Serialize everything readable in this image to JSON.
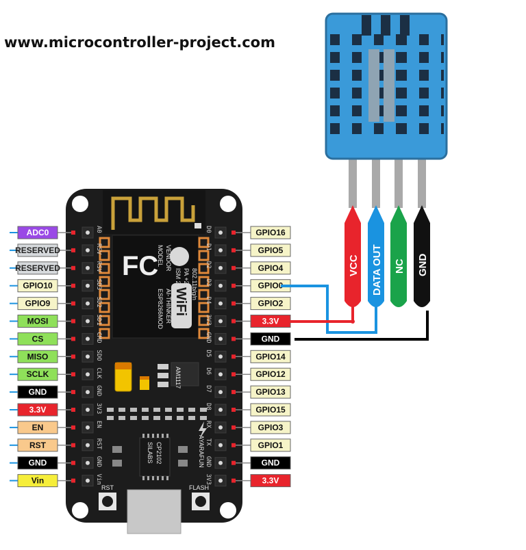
{
  "header": {
    "url": "www.microcontroller-project.com"
  },
  "left_pins": [
    {
      "label": "ADC0",
      "bg": "#9a49e6",
      "fg": "#ffffff"
    },
    {
      "label": "RESERVED",
      "bg": "#d6d9dc",
      "fg": "#222222"
    },
    {
      "label": "RESERVED",
      "bg": "#d6d9dc",
      "fg": "#222222"
    },
    {
      "label": "GPIO10",
      "bg": "#f6f4c8",
      "fg": "#111111"
    },
    {
      "label": "GPIO9",
      "bg": "#f6f4c8",
      "fg": "#111111"
    },
    {
      "label": "MOSI",
      "bg": "#8fe05a",
      "fg": "#111111"
    },
    {
      "label": "CS",
      "bg": "#8fe05a",
      "fg": "#111111"
    },
    {
      "label": "MISO",
      "bg": "#8fe05a",
      "fg": "#111111"
    },
    {
      "label": "SCLK",
      "bg": "#8fe05a",
      "fg": "#111111"
    },
    {
      "label": "GND",
      "bg": "#000000",
      "fg": "#ffffff"
    },
    {
      "label": "3.3V",
      "bg": "#e8242c",
      "fg": "#ffffff"
    },
    {
      "label": "EN",
      "bg": "#f9c98c",
      "fg": "#111111"
    },
    {
      "label": "RST",
      "bg": "#f9c98c",
      "fg": "#111111"
    },
    {
      "label": "GND",
      "bg": "#000000",
      "fg": "#ffffff"
    },
    {
      "label": "Vin",
      "bg": "#f6ee3a",
      "fg": "#111111"
    }
  ],
  "right_pins": [
    {
      "label": "GPIO16",
      "bg": "#f6f4c8",
      "fg": "#111111"
    },
    {
      "label": "GPIO5",
      "bg": "#f6f4c8",
      "fg": "#111111"
    },
    {
      "label": "GPIO4",
      "bg": "#f6f4c8",
      "fg": "#111111"
    },
    {
      "label": "GPIO0",
      "bg": "#f6f4c8",
      "fg": "#111111"
    },
    {
      "label": "GPIO2",
      "bg": "#f6f4c8",
      "fg": "#111111"
    },
    {
      "label": "3.3V",
      "bg": "#e8242c",
      "fg": "#ffffff"
    },
    {
      "label": "GND",
      "bg": "#000000",
      "fg": "#ffffff"
    },
    {
      "label": "GPIO14",
      "bg": "#f6f4c8",
      "fg": "#111111"
    },
    {
      "label": "GPIO12",
      "bg": "#f6f4c8",
      "fg": "#111111"
    },
    {
      "label": "GPIO13",
      "bg": "#f6f4c8",
      "fg": "#111111"
    },
    {
      "label": "GPIO15",
      "bg": "#f6f4c8",
      "fg": "#111111"
    },
    {
      "label": "GPIO3",
      "bg": "#f6f4c8",
      "fg": "#111111"
    },
    {
      "label": "GPIO1",
      "bg": "#f6f4c8",
      "fg": "#111111"
    },
    {
      "label": "GND",
      "bg": "#000000",
      "fg": "#ffffff"
    },
    {
      "label": "3.3V",
      "bg": "#e8242c",
      "fg": "#ffffff"
    }
  ],
  "board_left_silk": [
    "A0",
    "RSV",
    "RSV",
    "SD3",
    "SD2",
    "SD1",
    "CMD",
    "SDO",
    "CLK",
    "GND",
    "3V3",
    "EN",
    "RST",
    "GND",
    "Vin"
  ],
  "board_right_silk": [
    "D0",
    "D1",
    "D2",
    "D3",
    "D4",
    "3V3",
    "GND",
    "D5",
    "D6",
    "D7",
    "D8",
    "RX",
    "TX",
    "GND",
    "3V3"
  ],
  "module_text": {
    "fc_logo": "FC",
    "lines_col1": [
      "MODEL",
      "VENDOR"
    ],
    "lines_col2": [
      "ESP8266MOD",
      "AI-THINKER"
    ],
    "lines_col3": [
      "ISM 2.4GHz",
      "PA +25dBm",
      "802.11b/g/n"
    ],
    "wifi": "WiFi"
  },
  "board_text": {
    "regulator": "AM1117",
    "usb_chip": [
      "SILABS",
      "CP2102"
    ],
    "brand": "AYARAFUN",
    "rst_button": "RST",
    "flash_button": "FLASH"
  },
  "sensor_wires": [
    {
      "label": "VCC",
      "color": "#e8242c"
    },
    {
      "label": "DATA OUT",
      "color": "#1a93e0"
    },
    {
      "label": "NC",
      "color": "#1aa34a"
    },
    {
      "label": "GND",
      "color": "#111111"
    }
  ],
  "colors": {
    "board": "#1c1c1c",
    "sensor": "#3a9ad9",
    "wire_blue": "#1a93e0",
    "wire_red": "#e8242c",
    "wire_black": "#000000"
  }
}
